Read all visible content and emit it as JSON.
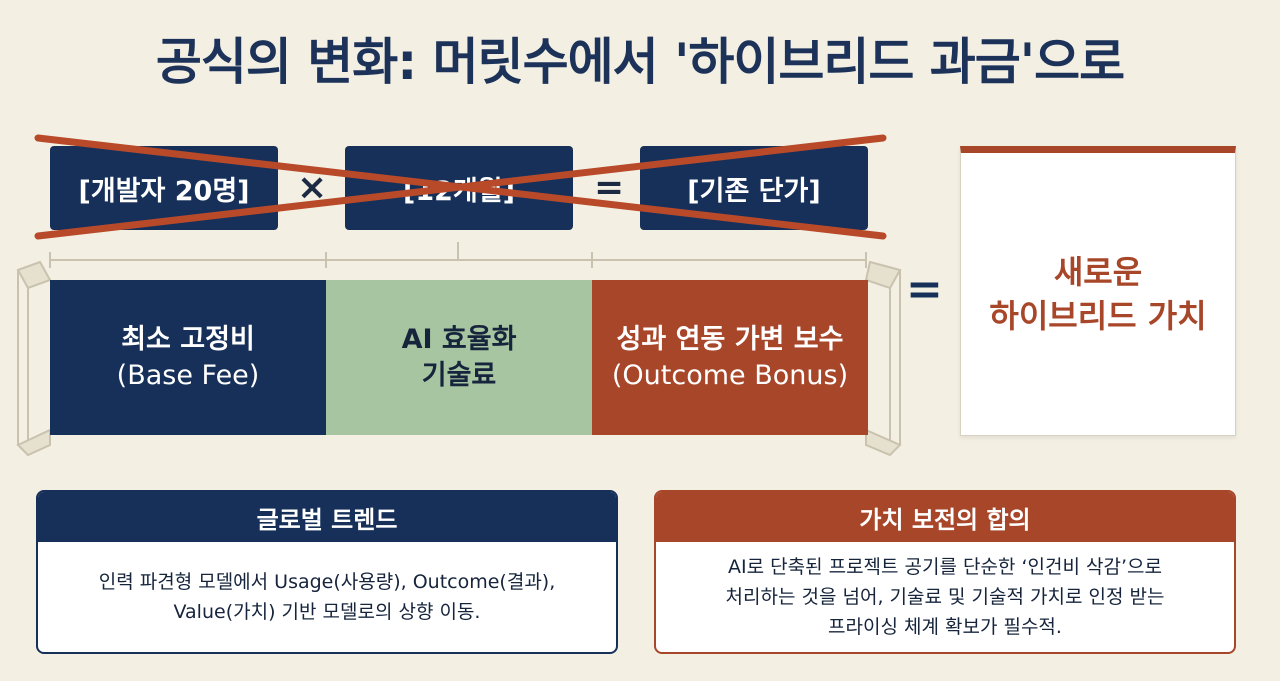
{
  "title": "공식의 변화: 머릿수에서 '하이브리드 과금'으로",
  "old_formula": {
    "term1": "[개발자 20명]",
    "op1": "×",
    "term2": "[12개월]",
    "op2": "=",
    "term3": "[기존 단가]"
  },
  "new_formula": {
    "segments": [
      {
        "line1": "최소 고정비",
        "line2": "(Base Fee)"
      },
      {
        "line1": "AI 효율화",
        "line2": "기술료"
      },
      {
        "line1": "성과 연동 가변 보수",
        "line2": "(Outcome Bonus)"
      }
    ],
    "equals": "=",
    "result_line1": "새로운",
    "result_line2": "하이브리드 가치"
  },
  "panels": {
    "left": {
      "header": "글로벌 트렌드",
      "line1": "인력 파견형 모델에서 Usage(사용량), Outcome(결과),",
      "line2": "Value(가치) 기반 모델로의 상향 이동."
    },
    "right": {
      "header": "가치 보전의 합의",
      "line1": "AI로 단축된 프로젝트 공기를 단순한 ‘인건비 삭감’으로",
      "line2": "처리하는 것을 넘어, 기술료 및 기술적 가치로 인정 받는",
      "line3": "프라이싱 체계 확보가 필수적."
    }
  },
  "colors": {
    "navy": "#16305a",
    "green": "#a7c5a0",
    "rust": "#a8462a",
    "background": "#f3efe3"
  }
}
